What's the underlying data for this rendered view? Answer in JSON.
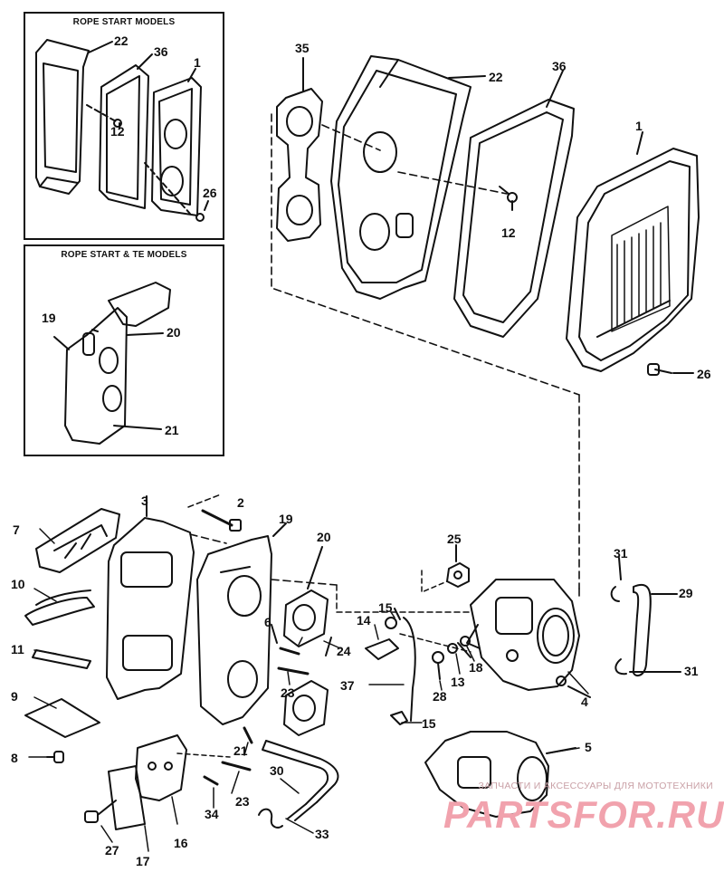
{
  "insets": {
    "rope_start": {
      "title": "ROPE START MODELS"
    },
    "rope_start_te": {
      "title": "ROPE START & TE MODELS"
    }
  },
  "callouts": {
    "inset1": {
      "n22": "22",
      "n36": "36",
      "n1": "1",
      "n12": "12",
      "n26": "26"
    },
    "inset2": {
      "n19": "19",
      "n20": "20",
      "n21": "21"
    },
    "main_top": {
      "n35": "35",
      "n22": "22",
      "n36": "36",
      "n1": "1",
      "n12": "12",
      "n26": "26"
    },
    "lower": {
      "n7": "7",
      "n3": "3",
      "n2": "2",
      "n19": "19",
      "n20": "20",
      "n10": "10",
      "n11": "11",
      "n9": "9",
      "n8": "8",
      "n6": "6",
      "n23a": "23",
      "n24": "24",
      "n21": "21",
      "n23b": "23",
      "n34": "34",
      "n16": "16",
      "n17": "17",
      "n27": "27",
      "n30": "30",
      "n33": "33",
      "n25": "25",
      "n14": "14",
      "n15a": "15",
      "n37": "37",
      "n15b": "15",
      "n28": "28",
      "n13": "13",
      "n18": "18",
      "n4": "4",
      "n5": "5",
      "n31a": "31",
      "n29": "29",
      "n31b": "31"
    }
  },
  "watermark": {
    "tagline": "ЗАПЧАСТИ И АКСЕССУАРЫ ДЛЯ МОТОТЕХНИКИ",
    "brand": "PARTSFOR.RU"
  }
}
